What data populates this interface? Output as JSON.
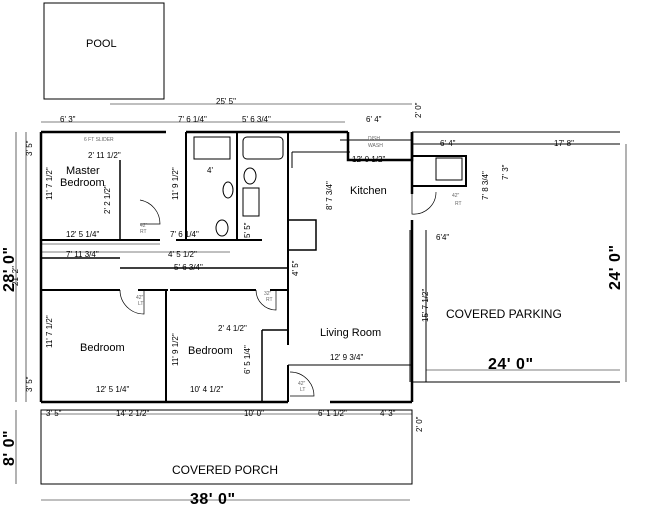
{
  "rooms": {
    "pool": "POOL",
    "master_bedroom": [
      "Master",
      "Bedroom"
    ],
    "kitchen": "Kitchen",
    "bedroom1": "Bedroom",
    "bedroom2": "Bedroom",
    "living_room": "Living Room",
    "covered_parking": "COVERED PARKING",
    "covered_porch": "COVERED PORCH"
  },
  "overall_dims": {
    "width": "38' 0\"",
    "depth": "28' 0\"",
    "porch_depth": "8' 0\"",
    "parking_width": "24' 0\"",
    "parking_depth": "24' 0\""
  },
  "dimensions": [
    "6' 3\"",
    "25' 5\"",
    "7' 6 1/4\"",
    "5' 6 3/4\"",
    "6' 4\"",
    "2' 0\"",
    "6' 4\"",
    "17' 8\"",
    "2' 11 1/2\"",
    "12' 0 1/2\"",
    "4'",
    "7' 3\"",
    "7' 8 3/4\"",
    "11' 7 1/2\"",
    "2' 2 1/2\"",
    "11' 9 1/2\"",
    "8' 7 3/4\"",
    "12' 5 1/4\"",
    "7' 6 1/4\"",
    "6'4\"",
    "7' 11 3/4\"",
    "4' 5 1/2\"",
    "5' 6 3/4\"",
    "4' 5\"",
    "15' 7 1/2\"",
    "2' 4 1/2\"",
    "11' 7 1/2\"",
    "11' 9 1/2\"",
    "6' 5 1/4\"",
    "12' 9 3/4\"",
    "12' 5 1/4\"",
    "10' 4 1/2\"",
    "3' 5\"",
    "14' 2 1/2\"",
    "10' 0\"",
    "6' 1 1/2\"",
    "4' 3\"",
    "2' 0\"",
    "21' 2\"",
    "3' 5\"",
    "3' 5\"",
    "5' 5\""
  ],
  "notes": {
    "slider": "6 FT SLIDER",
    "dishwasher": [
      "DISH",
      "WASH"
    ],
    "door_42_rt": [
      "42\"",
      "RT"
    ],
    "door_42_lt": [
      "42\"",
      "LT"
    ],
    "door_32_rt": [
      "32\"",
      "RT"
    ],
    "door_42_lt_b": [
      "42\"",
      "LT"
    ]
  }
}
